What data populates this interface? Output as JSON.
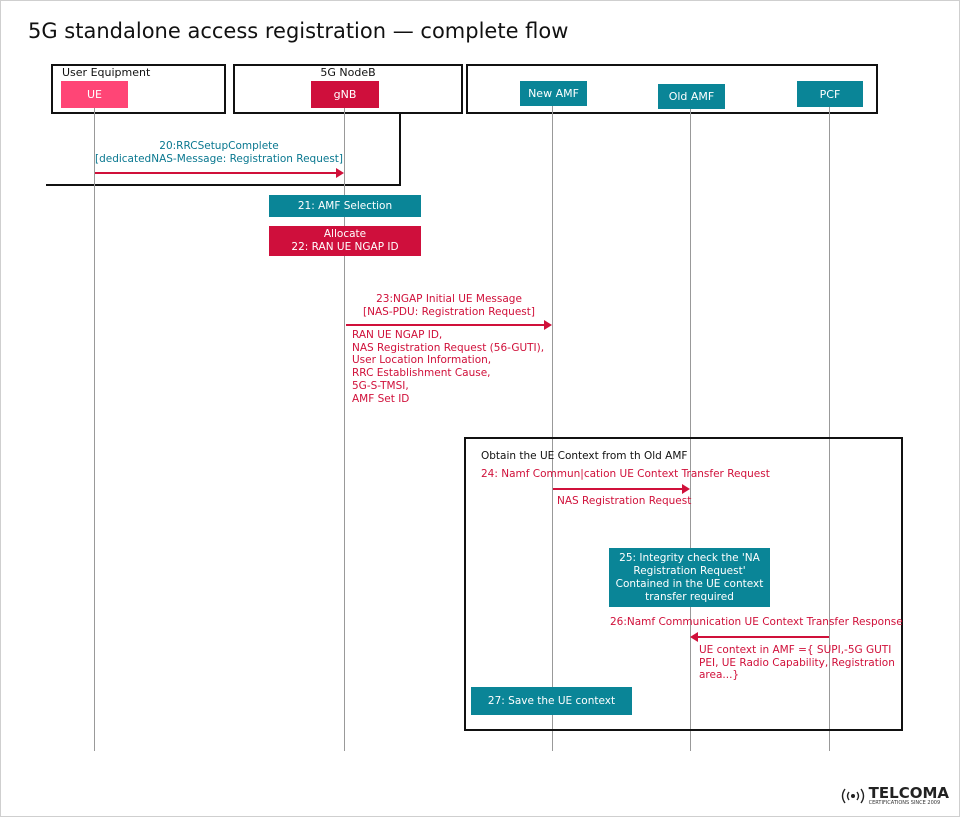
{
  "title": "5G standalone access registration — complete flow",
  "groups": {
    "ue": "User Equipment",
    "gnb": "5G NodeB"
  },
  "nodes": {
    "ue": "UE",
    "gnb": "gNB",
    "new_amf": "New AMF",
    "old_amf": "Old AMF",
    "pcf": "PCF"
  },
  "colors": {
    "teal": "#0a8597",
    "red": "#cf0f3c",
    "pink": "#ff4576"
  },
  "steps": {
    "s20_l1": "20:RRCSetupComplete",
    "s20_l2": "[dedicatedNAS-Message: Registration Request]",
    "s21": "21: AMF Selection",
    "s22_l1": "Allocate",
    "s22_l2": "22: RAN UE NGAP ID",
    "s23_l1": "23:NGAP Initial UE Message",
    "s23_l2": "[NAS-PDU: Registration Request]",
    "s23_params": [
      "RAN UE NGAP ID,",
      "NAS Registration Request (56-GUTI),",
      "User Location Information,",
      "RRC Establishment Cause,",
      "5G-S-TMSI,",
      "AMF Set ID"
    ],
    "context_title": "Obtain the UE Context from th Old AMF",
    "s24": "24: Namf Commun|cation UE Context Transfer Request",
    "s24_sub": "NAS Registration Request",
    "s25": [
      "25: Integrity check the 'NA",
      "Registration Request'",
      "Contained in the UE  context",
      "transfer required"
    ],
    "s26": "26:Namf Communication UE Context Transfer Response",
    "s26_sub": [
      "UE context in AMF ={ SUPI,-5G GUTI",
      "PEI, UE Radio Capability, Registration",
      "area...}"
    ],
    "s27": "27: Save the UE context"
  },
  "logo": {
    "name": "TELCOMA",
    "tagline": "CERTIFICATIONS SINCE 2009"
  }
}
